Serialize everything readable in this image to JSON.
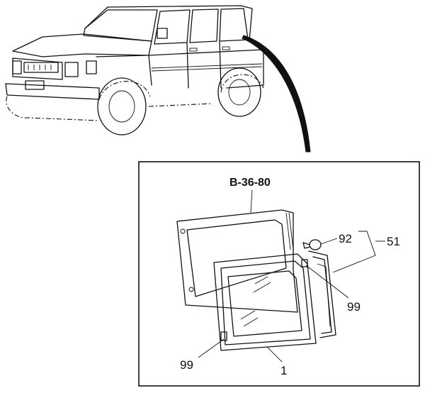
{
  "reference_label": "B-36-80",
  "callouts": {
    "c92": "92",
    "c51": "51",
    "c99_right": "99",
    "c99_left": "99",
    "c1": "1"
  }
}
